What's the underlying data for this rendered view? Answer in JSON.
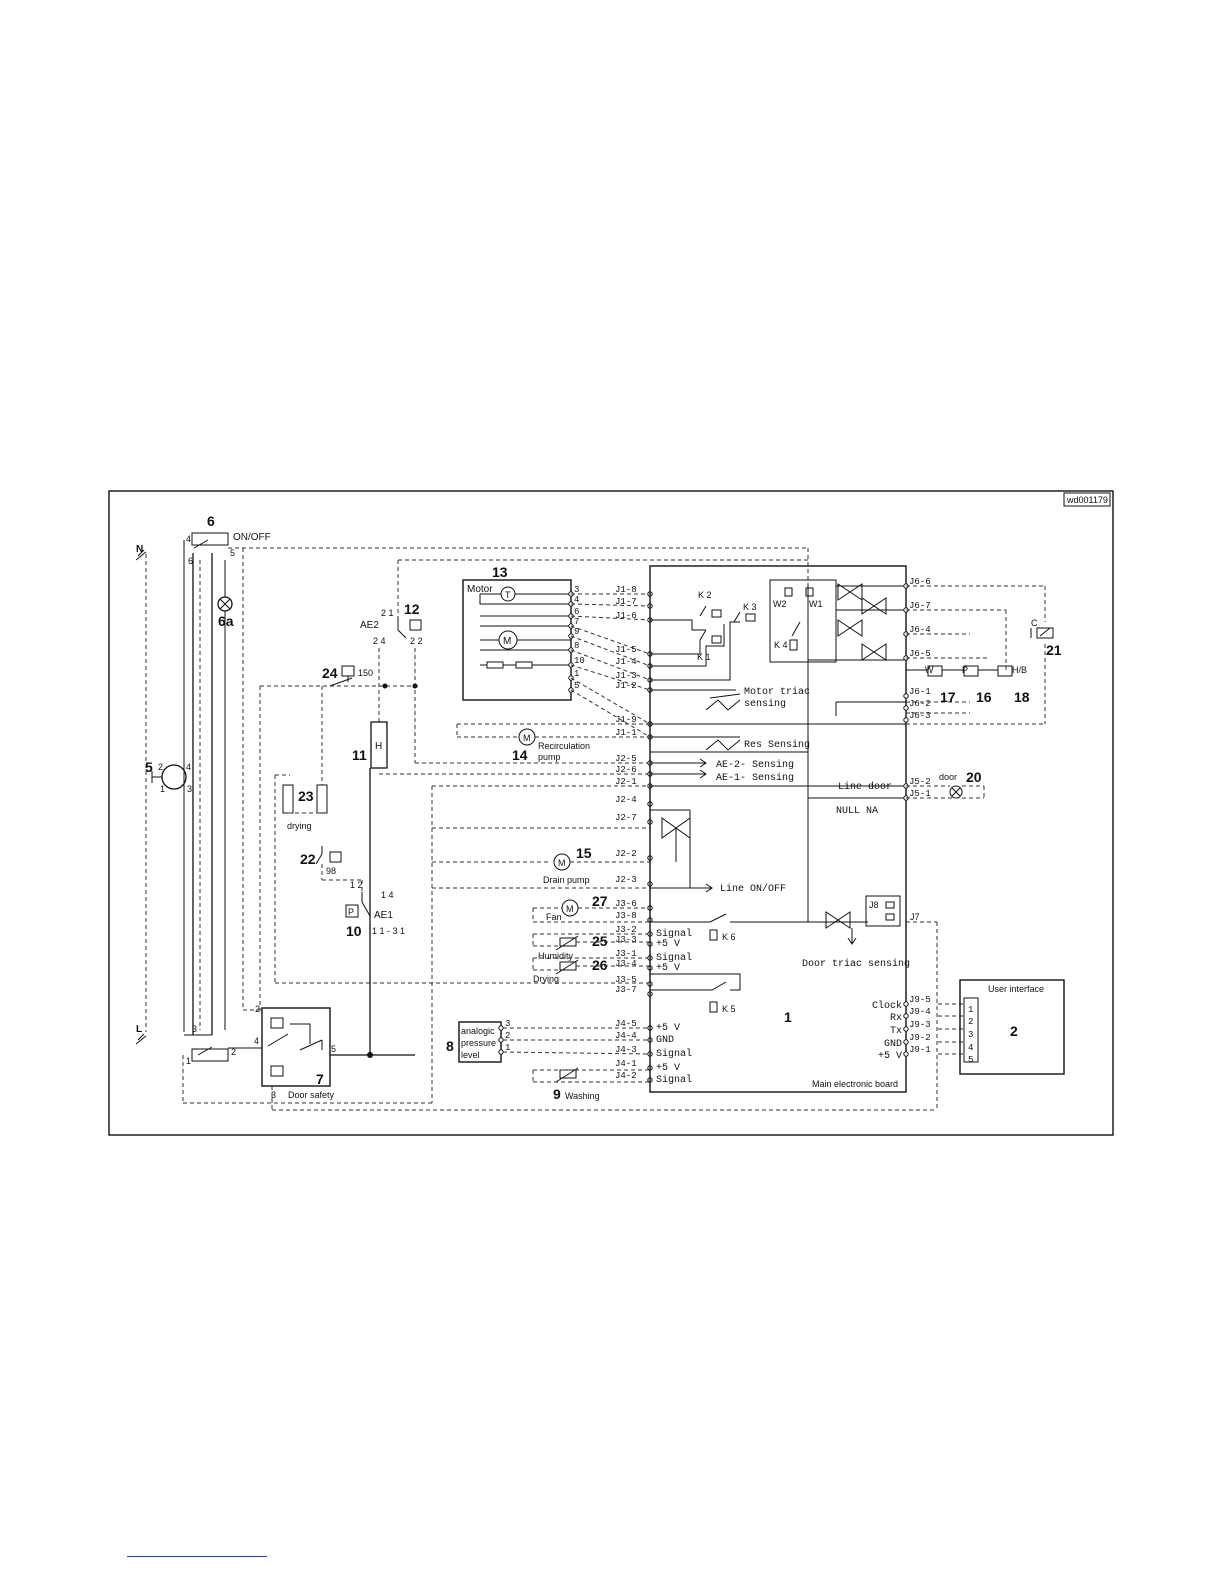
{
  "diagram_id": "wd001179",
  "components": {
    "c1": "1",
    "c2": "2",
    "c5": "5",
    "c6": "6",
    "c6a": "6a",
    "c7": "7",
    "c8": "8",
    "c9": "9",
    "c10": "10",
    "c11": "11",
    "c12": "12",
    "c13": "13",
    "c14": "14",
    "c15": "15",
    "c16": "16",
    "c17": "17",
    "c18": "18",
    "c20": "20",
    "c21": "21",
    "c22": "22",
    "c23": "23",
    "c24": "24",
    "c25": "25",
    "c26": "26",
    "c27": "27"
  },
  "labels": {
    "on_off": "ON/OFF",
    "motor": "Motor",
    "recirculation": "Recirculation",
    "pump": "pump",
    "drain_pump": "Drain pump",
    "fan": "Fan",
    "humidity": "Humidity",
    "drying_sensor": "Drying",
    "drying": "drying",
    "washing": "Washing",
    "door_safety": "Door safety",
    "analogic": "analogic",
    "pressure": "pressure",
    "level": "level",
    "user_interface": "User interface",
    "main_board": "Main electronic board",
    "door": "door",
    "ae1": "AE1",
    "ae2": "AE2",
    "h": "H",
    "n": "N",
    "l": "L",
    "t150": "150",
    "t98": "98",
    "p": "P"
  },
  "board_signals": {
    "motor_triac_1": "Motor triac",
    "motor_triac_2": "sensing",
    "res_sensing": "Res Sensing",
    "ae2_sensing": "AE-2- Sensing",
    "ae1_sensing": "AE-1- Sensing",
    "line_door": "Line door",
    "null_na": "NULL NA",
    "line_onoff": "Line ON/OFF",
    "door_triac": "Door triac sensing",
    "j8": "J8",
    "j7": "J7",
    "k1": "K 1",
    "k2": "K 2",
    "k3": "K 3",
    "k4": "K 4",
    "k5": "K 5",
    "k6": "K 6",
    "w1": "W1",
    "w2": "W2",
    "valve_c": "C",
    "valve_w": "W",
    "valve_p": "P",
    "valve_hb": "H/B"
  },
  "j1_pins": [
    "J1-8",
    "J1-7",
    "J1-6",
    "J1-5",
    "J1-4",
    "J1-3",
    "J1-2",
    "J1-9",
    "J1-1"
  ],
  "motor_pins": [
    "3",
    "4",
    "6",
    "7",
    "9",
    "8",
    "10",
    "1",
    "5"
  ],
  "j2_pins": [
    "J2-5",
    "J2-6",
    "J2-1",
    "J2-4",
    "J2-7",
    "J2-2",
    "J2-3"
  ],
  "j3_pins": [
    "J3-6",
    "J3-8",
    "J3-2",
    "J3-3",
    "J3-1",
    "J3-4",
    "J3-5",
    "J3-7"
  ],
  "j3_signals": [
    "Signal",
    "+5 V",
    "Signal",
    "+5 V"
  ],
  "j4_pins": [
    "J4-5",
    "J4-4",
    "J4-3",
    "J4-1",
    "J4-2"
  ],
  "j4_signals": [
    "+5 V",
    "GND",
    "Signal",
    "+5 V",
    "Signal"
  ],
  "pressure_pins": [
    "3",
    "2",
    "1"
  ],
  "j5_pins": [
    "J5-2",
    "J5-1"
  ],
  "j6_pins": [
    "J6-6",
    "J6-7",
    "J6-4",
    "J6-5",
    "J6-1",
    "J6-2",
    "J6-3"
  ],
  "j9_pins": [
    "J9-5",
    "J9-4",
    "J9-3",
    "J9-2",
    "J9-1"
  ],
  "j9_signals": [
    "Clock",
    "Rx",
    "Tx",
    "GND",
    "+5 V"
  ],
  "ui_pins": [
    "1",
    "2",
    "3",
    "4",
    "5"
  ],
  "switch_pins": {
    "s6_4": "4",
    "s6_5": "5",
    "s6_6": "6",
    "s6_3": "3",
    "s6_2": "2",
    "s6_1": "1",
    "d7_2": "2",
    "d7_4": "4",
    "d7_5": "5",
    "d7_3": "3",
    "m5_2": "2",
    "m5_4": "4",
    "m5_1": "1",
    "m5_3": "3",
    "ae2_21": "2 1",
    "ae2_24": "2 4",
    "ae2_22": "2 2",
    "ae1_12": "1 2",
    "ae1_14": "1 4",
    "ae1_11": "1 1 - 3 1"
  }
}
